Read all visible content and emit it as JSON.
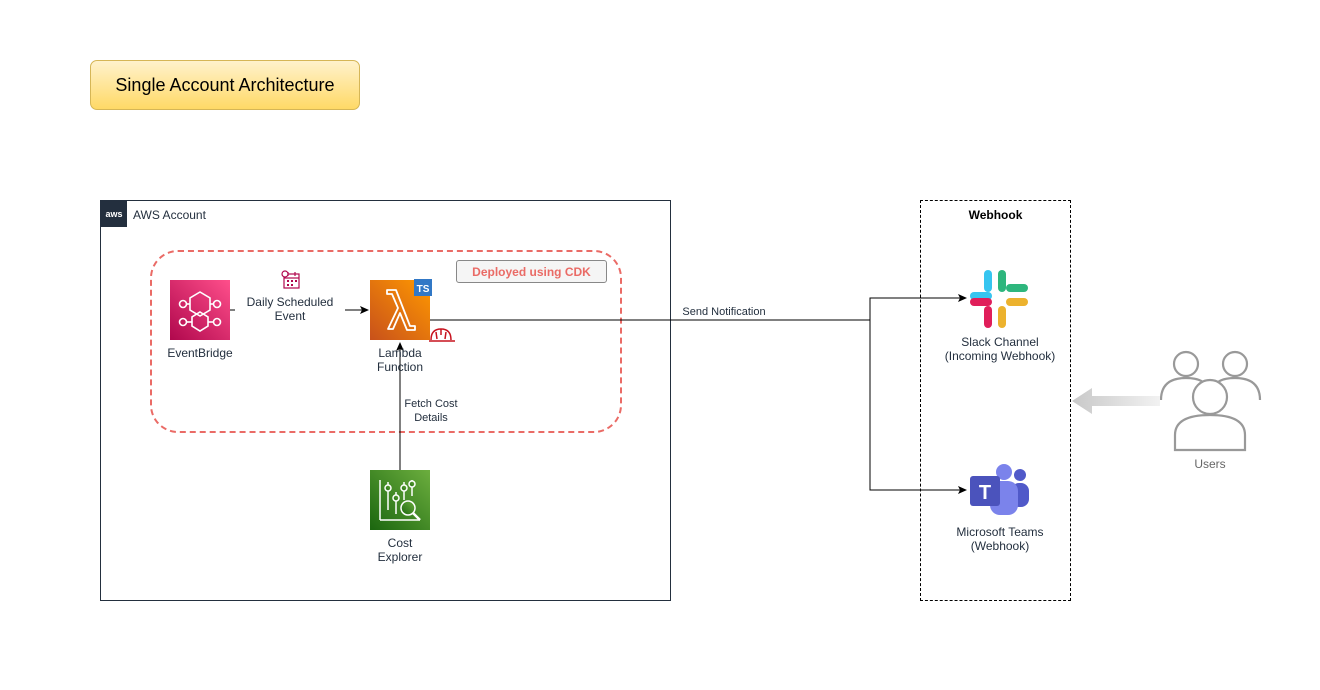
{
  "title": "Single Account Architecture",
  "aws_account": {
    "label": "AWS Account",
    "logo_text": "aws"
  },
  "cdk_group": {
    "label": "Deployed using CDK"
  },
  "webhook_group": {
    "label": "Webhook"
  },
  "nodes": {
    "eventbridge": "EventBridge",
    "lambda": "Lambda\nFunction",
    "lambda_badge": "TS",
    "cost_explorer": "Cost\nExplorer",
    "slack": "Slack Channel\n(Incoming Webhook)",
    "teams": "Microsoft Teams\n(Webhook)",
    "users": "Users"
  },
  "edges": {
    "schedule": "Daily Scheduled\nEvent",
    "fetch": "Fetch Cost\nDetails",
    "notify": "Send Notification"
  },
  "colors": {
    "eventbridge": "#e7157b",
    "lambda": "#ed7100",
    "cost_explorer": "#3f8624",
    "cdk_border": "#ea6b66",
    "teams": "#5059c9"
  }
}
